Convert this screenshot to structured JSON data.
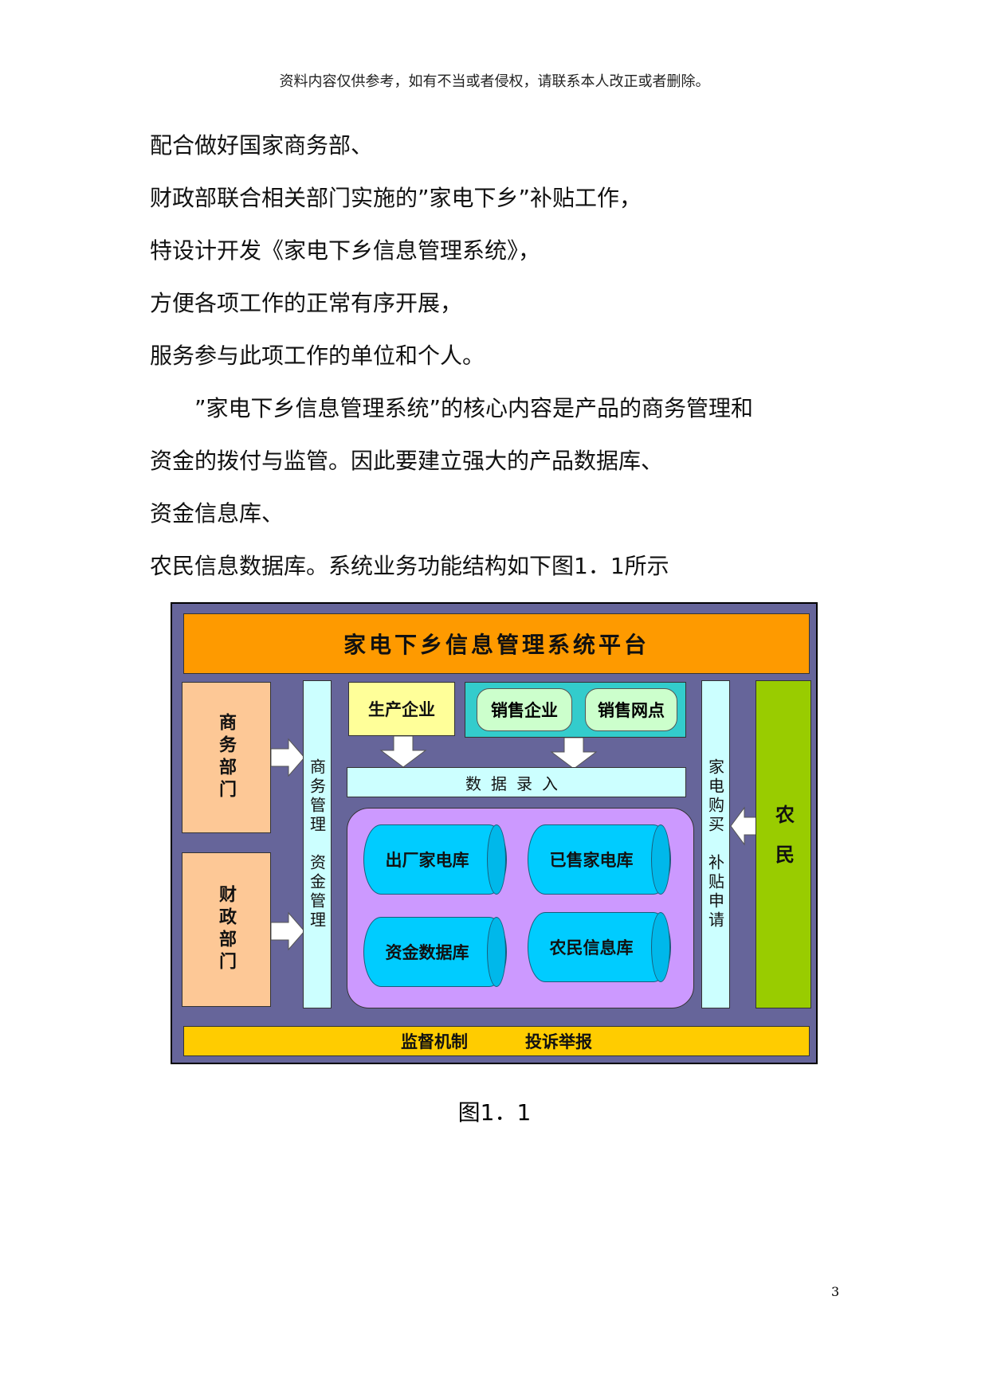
{
  "header_note": "资料内容仅供参考，如有不当或者侵权，请联系本人改正或者删除。",
  "paragraph_lines": [
    "配合做好国家商务部、",
    "财政部联合相关部门实施的”家电下乡”补贴工作，",
    "特设计开发《家电下乡信息管理系统》，",
    "方便各项工作的正常有序开展，",
    "服务参与此项工作的单位和个人。",
    "　　”家电下乡信息管理系统”的核心内容是产品的商务管理和",
    "资金的拨付与监管。因此要建立强大的产品数据库、",
    "资金信息库、",
    "农民信息数据库。系统业务功能结构如下图1．1所示"
  ],
  "diagram": {
    "platform_title": "家电下乡信息管理系统平台",
    "commerce_dept": "商务部门",
    "finance_dept": "财政部门",
    "mgmt_pillar": "商务管理　资金管理",
    "producer": "生产企业",
    "sales_enterprise": "销售企业",
    "sales_outlet": "销售网点",
    "data_entry": "数据录入",
    "db_factory": "出厂家电库",
    "db_sold": "已售家电库",
    "db_funds": "资金数据库",
    "db_farmer": "农民信息库",
    "purchase_pillar": "家电购买　补贴申请",
    "farmer": "农民",
    "supervision": "监督机制",
    "complaint": "投诉举报"
  },
  "caption": "图1．1",
  "page_number": "3"
}
